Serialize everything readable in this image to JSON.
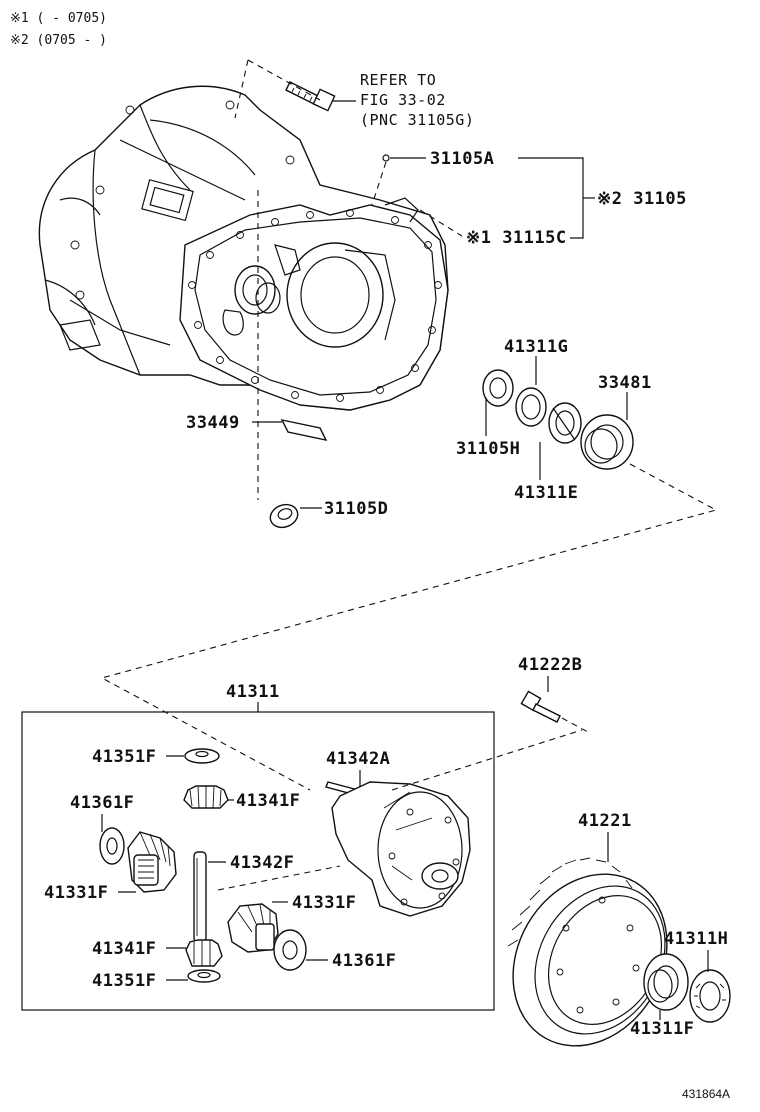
{
  "notes": {
    "note1": "※1 (      - 0705)",
    "note2": "※2 (0705 -      )"
  },
  "refer": {
    "line1": "REFER TO",
    "line2": "FIG 33-02",
    "line3": "(PNC 31105G)"
  },
  "labels": {
    "p31105A": "31105A",
    "p31105": "※2 31105",
    "p31115C": "※1 31115C",
    "p41311G": "41311G",
    "p33481": "33481",
    "p33449": "33449",
    "p31105H": "31105H",
    "p41311E": "41311E",
    "p31105D": "31105D",
    "p41222B": "41222B",
    "p41311": "41311",
    "p41351F_top": "41351F",
    "p41342A": "41342A",
    "p41341F_top": "41341F",
    "p41361F_left": "41361F",
    "p41342F": "41342F",
    "p41331F_left": "41331F",
    "p41331F_right": "41331F",
    "p41341F_bot": "41341F",
    "p41361F_right": "41361F",
    "p41351F_bot": "41351F",
    "p41221": "41221",
    "p41311H": "41311H",
    "p41311F": "41311F"
  },
  "figure_id": "431864A"
}
